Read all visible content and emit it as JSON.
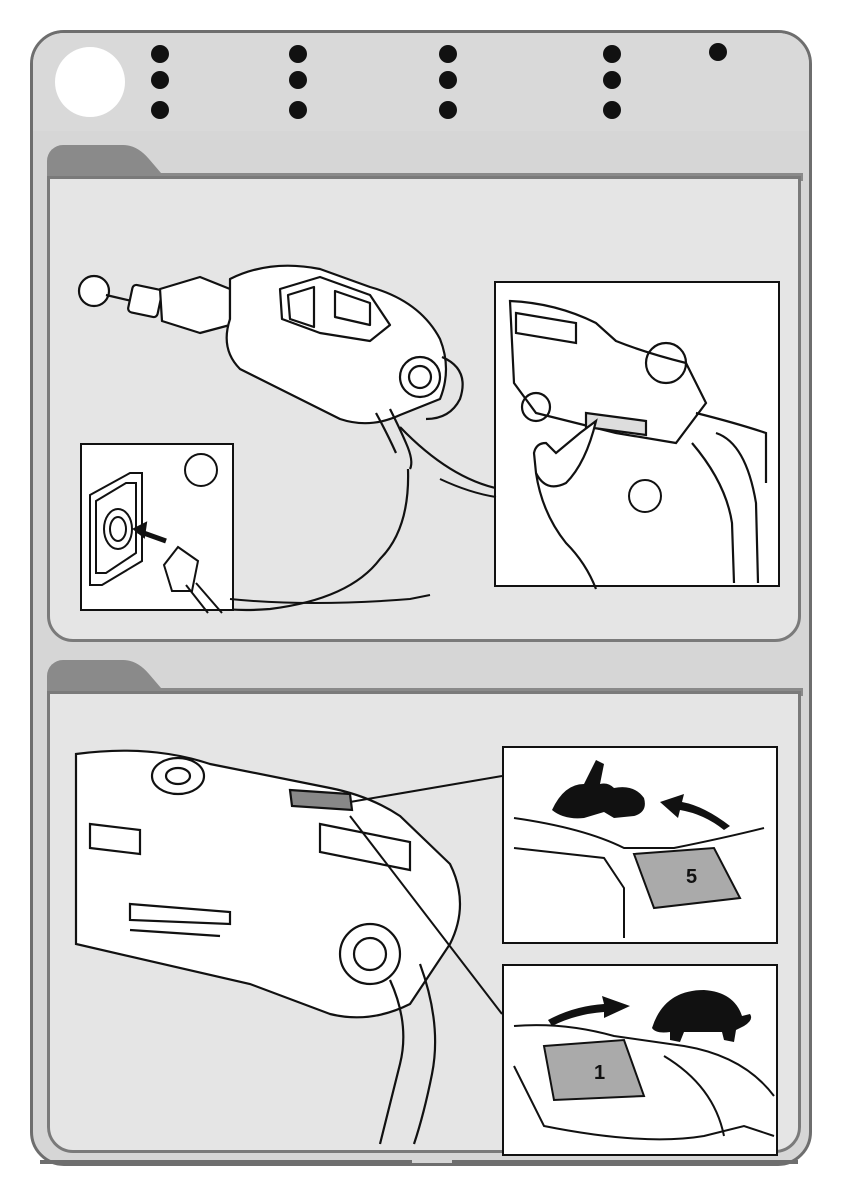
{
  "manual_page": {
    "header": {
      "bullet_count": 13
    },
    "panel_top": {
      "description_icons": [
        "rotary-tool",
        "power-plug",
        "wall-socket",
        "power-switch",
        "finger"
      ],
      "badge_a_text": "",
      "badge_b_text": ""
    },
    "panel_bottom": {
      "dial_high_label": "5",
      "dial_low_label": "1",
      "dial_body_label": "1",
      "high_speed_icon": "rabbit-icon",
      "low_speed_icon": "tortoise-icon"
    },
    "colors": {
      "frame": "#6e6e6e",
      "panel_fill": "#e5e5e5",
      "tab": "#8a8a8a",
      "ink": "#111111"
    }
  }
}
